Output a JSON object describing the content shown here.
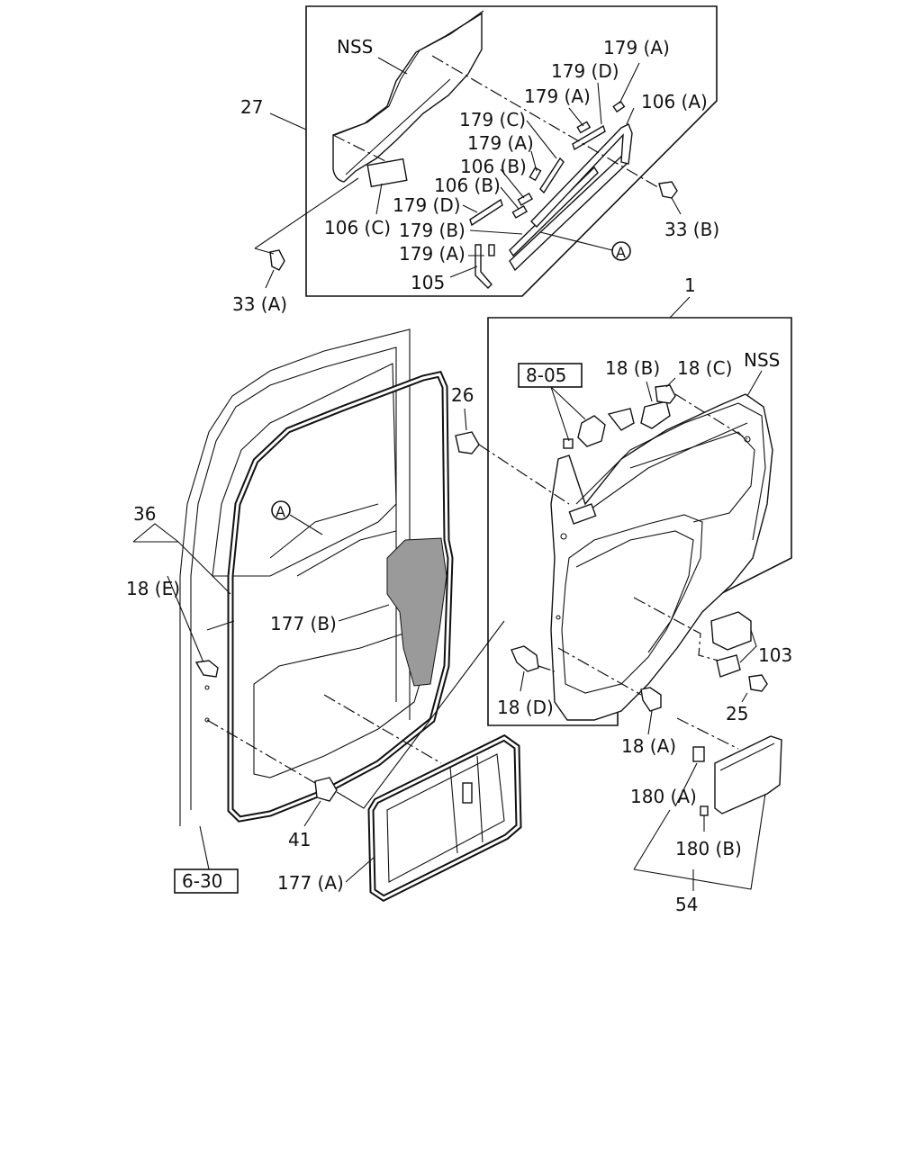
{
  "labels": {
    "nss_top": "NSS",
    "p27": "27",
    "p179a_1": "179 (A)",
    "p179d_1": "179 (D)",
    "p179a_2": "179 (A)",
    "p106a": "106 (A)",
    "p179c": "179 (C)",
    "p179a_3": "179 (A)",
    "p106b_1": "106 (B)",
    "p106b_2": "106 (B)",
    "p179d_2": "179 (D)",
    "p106c": "106 (C)",
    "p179b": "179 (B)",
    "p179a_4": "179 (A)",
    "p105": "105",
    "p33b": "33 (B)",
    "p33a": "33 (A)",
    "callout_a_1": "A",
    "p1": "1",
    "ref_805": "8-05",
    "p18c": "18 (C)",
    "p18b": "18 (B)",
    "nss_right": "NSS",
    "p26": "26",
    "p36": "36",
    "p18e": "18 (E)",
    "callout_a_2": "A",
    "p177b": "177 (B)",
    "p103": "103",
    "p25": "25",
    "p18d": "18 (D)",
    "p18a": "18 (A)",
    "p180a": "180 (A)",
    "p180b": "180 (B)",
    "p54": "54",
    "p41": "41",
    "ref_630": "6-30",
    "p177a": "177 (A)"
  }
}
